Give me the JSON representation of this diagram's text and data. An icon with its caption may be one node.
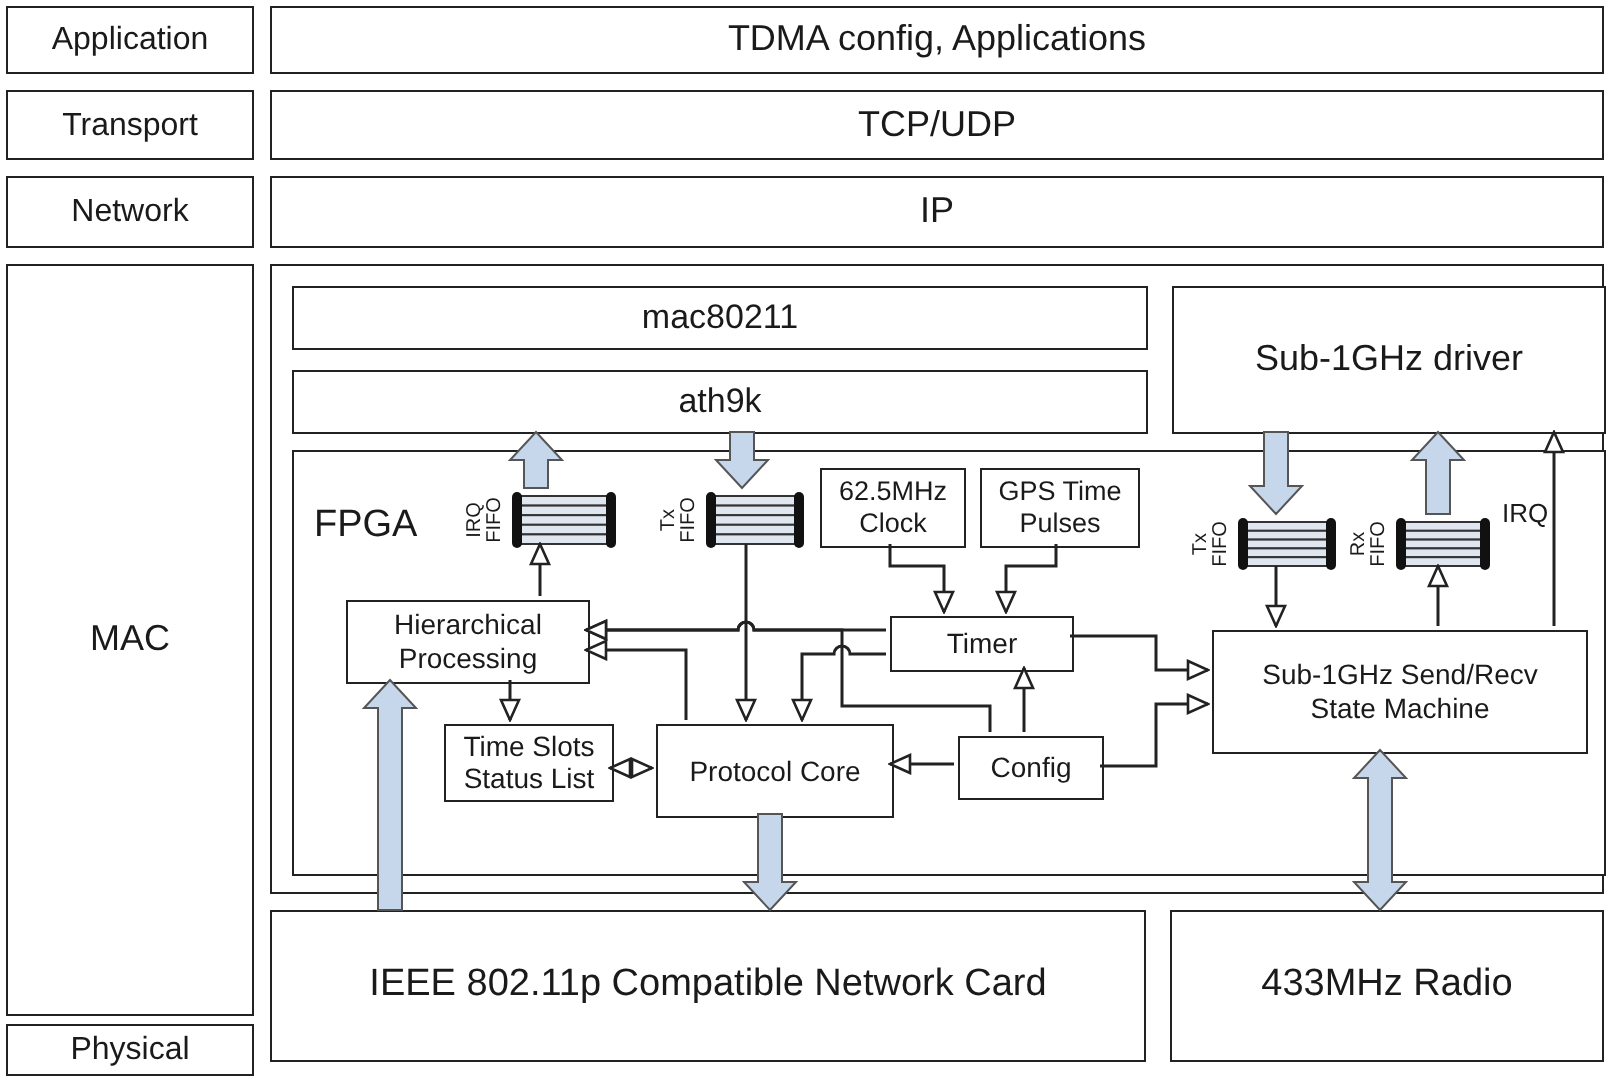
{
  "diagram": {
    "nodes": [
      {
        "text": [
          "Application"
        ]
      },
      {
        "text": [
          "TDMA config, Applications"
        ]
      },
      {
        "text": [
          "Transport"
        ]
      },
      {
        "text": [
          "TCP/UDP"
        ]
      },
      {
        "text": [
          "Network"
        ]
      },
      {
        "text": [
          "IP"
        ]
      },
      {
        "text": [
          "MAC"
        ]
      },
      {
        "text": [],
        "shape": "box"
      },
      {
        "text": [
          "mac80211"
        ],
        "in": 7
      },
      {
        "text": [
          "ath9k"
        ],
        "in": 7
      },
      {
        "text": [
          "Sub-1GHz driver"
        ],
        "in": 7
      },
      {
        "text": [
          "FPGA"
        ],
        "in": 7
      },
      {
        "text": [
          "IRQ FIFO"
        ],
        "in": 11
      },
      {
        "text": [
          "Tx FIFO"
        ],
        "in": 11
      },
      {
        "text": [
          "62.5MHz Clock"
        ],
        "in": 11
      },
      {
        "text": [
          "GPS Time Pulses"
        ],
        "in": 11
      },
      {
        "text": [
          "Hierarchical Processing"
        ],
        "in": 11
      },
      {
        "text": [
          "Timer"
        ],
        "in": 11
      },
      {
        "text": [
          "Tx FIFO"
        ],
        "in": 11
      },
      {
        "text": [
          "Rx FIFO"
        ],
        "in": 11
      },
      {
        "text": [
          "Sub-1GHz Send/Recv State Machine"
        ],
        "in": 11
      },
      {
        "text": [
          "Time Slots Status List"
        ],
        "in": 11
      },
      {
        "text": [
          "Protocol Core"
        ],
        "in": 11
      },
      {
        "text": [
          "Config"
        ],
        "in": 11
      },
      {
        "text": [
          "IEEE 802.11p Compatible Network Card"
        ]
      },
      {
        "text": [
          "433MHz Radio"
        ]
      },
      {
        "text": [
          "Physical"
        ]
      }
    ],
    "edges": [
      {
        "from": 12,
        "to": 9,
        "arrow": "to",
        "style": "thick",
        "color": "#c6d7ec"
      },
      {
        "from": 9,
        "to": 13,
        "arrow": "to",
        "style": "thick",
        "color": "#c6d7ec"
      },
      {
        "from": 10,
        "to": 18,
        "arrow": "to",
        "style": "thick",
        "color": "#c6d7ec"
      },
      {
        "from": 19,
        "to": 10,
        "arrow": "to",
        "style": "thick",
        "color": "#c6d7ec"
      },
      {
        "from": 24,
        "to": 16,
        "arrow": "to",
        "style": "thick",
        "color": "#c6d7ec"
      },
      {
        "from": 22,
        "to": 24,
        "arrow": "to",
        "style": "thick",
        "color": "#c6d7ec"
      },
      {
        "from": 20,
        "to": 25,
        "arrow": "both",
        "style": "thick",
        "color": "#c6d7ec"
      },
      {
        "from": 16,
        "to": 12,
        "arrow": "to"
      },
      {
        "from": 16,
        "to": 21,
        "arrow": "to"
      },
      {
        "from": 21,
        "to": 22,
        "arrow": "both"
      },
      {
        "from": 13,
        "to": 22,
        "arrow": "to"
      },
      {
        "from": 17,
        "to": 16,
        "arrow": "to"
      },
      {
        "from": 23,
        "to": 16,
        "arrow": "to"
      },
      {
        "from": 22,
        "to": 16,
        "arrow": "to"
      },
      {
        "from": 17,
        "to": 22,
        "arrow": "to"
      },
      {
        "from": 23,
        "to": 17,
        "arrow": "to"
      },
      {
        "from": 23,
        "to": 22,
        "arrow": "to"
      },
      {
        "from": 14,
        "to": 17,
        "arrow": "to"
      },
      {
        "from": 15,
        "to": 17,
        "arrow": "to"
      },
      {
        "from": 17,
        "to": 20,
        "arrow": "to"
      },
      {
        "from": 23,
        "to": 20,
        "arrow": "to"
      },
      {
        "from": 18,
        "to": 20,
        "arrow": "to"
      },
      {
        "from": 20,
        "to": 19,
        "arrow": "to"
      },
      {
        "from": 20,
        "to": 10,
        "arrow": "to",
        "label": "IRQ"
      }
    ]
  }
}
